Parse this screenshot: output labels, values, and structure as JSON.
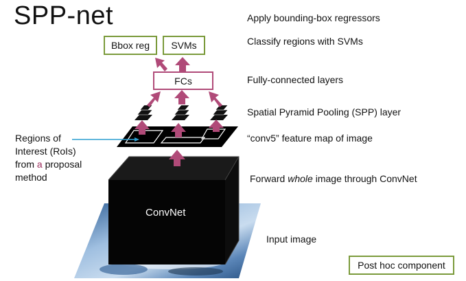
{
  "title": "SPP-net",
  "labels": {
    "apply_bbox": "Apply bounding-box regressors",
    "classify": "Classify regions with SVMs",
    "fc_layers": "Fully-connected layers",
    "spp_layer": "Spatial Pyramid Pooling (SPP) layer",
    "conv5": "“conv5” feature map of image",
    "forward_pre": "Forward ",
    "forward_em": "whole",
    "forward_post": " image through ConvNet",
    "input_image": "Input image"
  },
  "rois": {
    "line1": "Regions of",
    "line2": "Interest (RoIs)",
    "line3_pre": "from ",
    "line3_accent": "a",
    "line3_post": " proposal",
    "line4": "method"
  },
  "boxes": {
    "bbox_reg": "Bbox reg",
    "svms": "SVMs",
    "fcs": "FCs",
    "convnet": "ConvNet",
    "post_hoc": "Post hoc component"
  },
  "colors": {
    "arrow": "#b04a78",
    "post_hoc_border": "#7a9a3a",
    "roi_pointer": "#2e9fd1",
    "block": "#050505"
  }
}
